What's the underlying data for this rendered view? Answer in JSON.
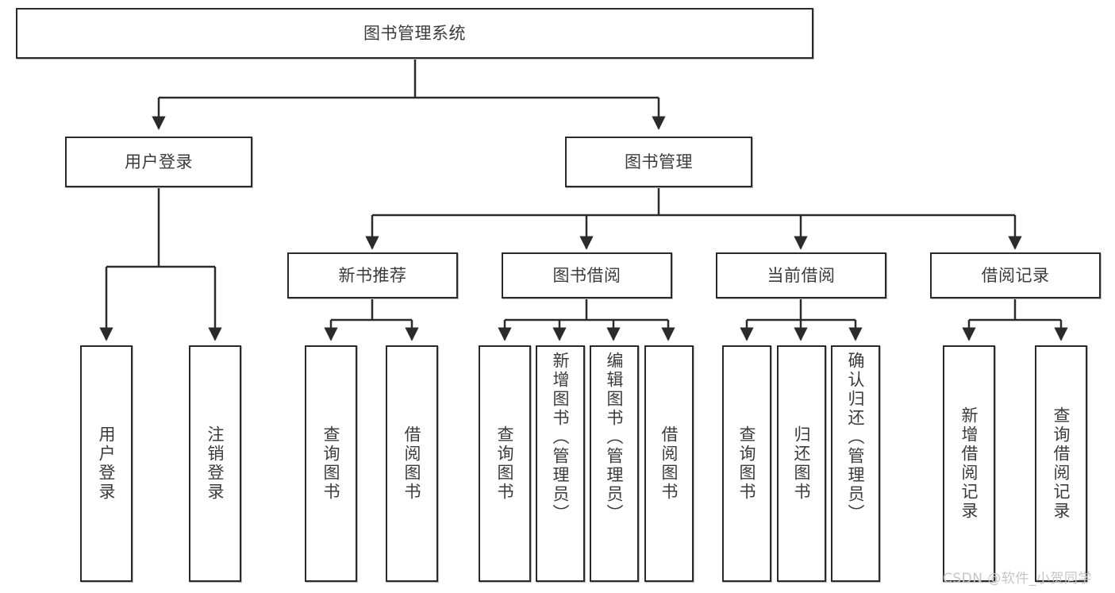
{
  "diagram": {
    "title": "图书管理系统",
    "type": "tree-hierarchy",
    "watermark": "CSDN @软件_小贺同学",
    "colors": {
      "box_border": "#2b2b2b",
      "box_fill": "#ffffff",
      "edge": "#2b2b2b",
      "text": "#3b3b3b",
      "watermark": "#c6c6c6",
      "canvas": "#ffffff"
    },
    "nodes": {
      "root": {
        "label": "图书管理系统",
        "orientation": "horizontal"
      },
      "level2": [
        {
          "label": "用户登录",
          "orientation": "horizontal"
        },
        {
          "label": "图书管理",
          "orientation": "horizontal"
        }
      ],
      "level3": [
        {
          "label": "新书推荐",
          "orientation": "horizontal"
        },
        {
          "label": "图书借阅",
          "orientation": "horizontal"
        },
        {
          "label": "当前借阅",
          "orientation": "horizontal"
        },
        {
          "label": "借阅记录",
          "orientation": "horizontal"
        }
      ],
      "leaves": {
        "user_login": [
          {
            "label": "用户登录",
            "orientation": "vertical"
          },
          {
            "label": "注销登录",
            "orientation": "vertical"
          }
        ],
        "new_book_recommend": [
          {
            "label": "查询图书",
            "orientation": "vertical"
          },
          {
            "label": "借阅图书",
            "orientation": "vertical"
          }
        ],
        "book_borrow": [
          {
            "label": "查询图书",
            "orientation": "vertical"
          },
          {
            "label": "新增图书（管理员）",
            "orientation": "vertical"
          },
          {
            "label": "编辑图书（管理员）",
            "orientation": "vertical"
          },
          {
            "label": "借阅图书",
            "orientation": "vertical"
          }
        ],
        "current_borrow": [
          {
            "label": "查询图书",
            "orientation": "vertical"
          },
          {
            "label": "归还图书",
            "orientation": "vertical"
          },
          {
            "label": "确认归还（管理员）",
            "orientation": "vertical"
          }
        ],
        "borrow_record": [
          {
            "label": "新增借阅记录",
            "orientation": "vertical"
          },
          {
            "label": "查询借阅记录",
            "orientation": "vertical"
          }
        ]
      }
    }
  }
}
